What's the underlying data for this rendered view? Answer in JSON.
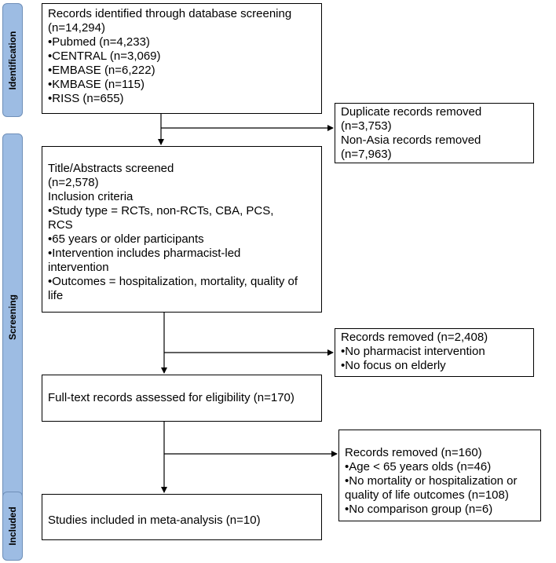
{
  "phases": {
    "identification": "Identification",
    "screening": "Screening",
    "included": "Included"
  },
  "boxes": {
    "records_identified": [
      "Records identified through database screening",
      "(n=14,294)",
      "•Pubmed (n=4,233)",
      "•CENTRAL (n=3,069)",
      "•EMBASE (n=6,222)",
      "•KMBASE (n=115)",
      "•RISS (n=655)"
    ],
    "duplicates_removed": [
      "Duplicate records removed",
      "(n=3,753)",
      "Non-Asia records removed",
      "(n=7,963)"
    ],
    "title_abstract": [
      "Title/Abstracts screened",
      "(n=2,578)",
      "Inclusion criteria",
      "•Study type = RCTs, non-RCTs, CBA, PCS,",
      "RCS",
      "•65 years or older participants",
      "•Intervention includes pharmacist-led",
      "intervention",
      "•Outcomes = hospitalization, mortality, quality of",
      "life"
    ],
    "records_removed_1": [
      "Records removed (n=2,408)",
      "•No pharmacist intervention",
      "•No focus on elderly"
    ],
    "full_text": [
      "Full-text records assessed for eligibility (n=170)"
    ],
    "records_removed_2": [
      "Records removed (n=160)",
      "•Age < 65 years olds (n=46)",
      "•No mortality or hospitalization or",
      "quality of life outcomes (n=108)",
      "•No comparison group (n=6)"
    ],
    "included": [
      "Studies included in meta-analysis (n=10)"
    ]
  }
}
